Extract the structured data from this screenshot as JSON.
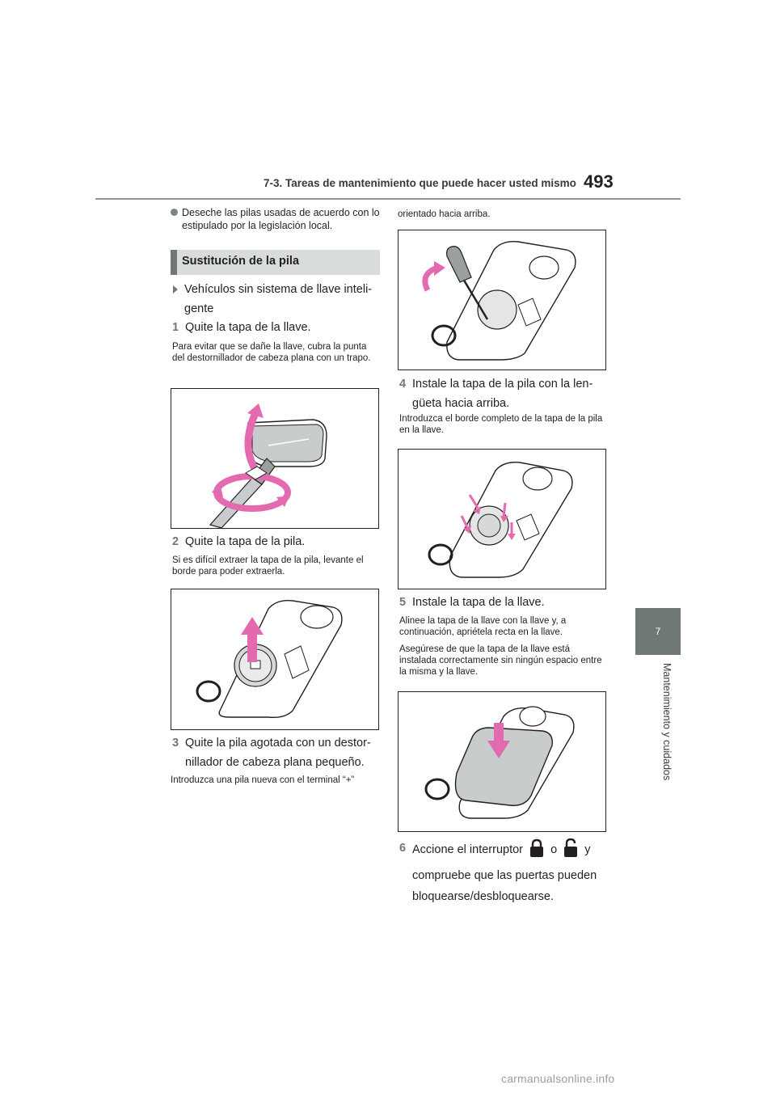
{
  "header": {
    "section_title": "7-3. Tareas de mantenimiento que puede hacer usted mismo",
    "page_number": "493"
  },
  "side_tab": {
    "chapter": "7",
    "label": "Mantenimiento y cuidados"
  },
  "left": {
    "bullet": "Deseche las pilas usadas de acuerdo con lo estipulado por la legislación local.",
    "section_heading": "Sustitución de la pila",
    "subheading": "Vehículos sin sistema de llave inteli- gente",
    "step1": {
      "num": "1",
      "text": "Quite la tapa de la llave.",
      "note": "Para evitar que se dañe la llave, cubra la punta del destornillador de cabeza plana con un trapo."
    },
    "step2": {
      "num": "2",
      "text": "Quite la tapa de la pila.",
      "note": "Si es difícil extraer la tapa de la pila, levante el borde para poder extraerla."
    },
    "step3": {
      "num": "3",
      "text": "Quite la pila agotada con un destor- nillador de cabeza plana pequeño.",
      "note": "Introduzca una pila nueva con el terminal “+”"
    }
  },
  "right": {
    "continuation": "orientado hacia arriba.",
    "step4": {
      "num": "4",
      "text": "Instale la tapa de la pila con la len- güeta hacia arriba.",
      "note": "Introduzca el borde completo de la tapa de la pila en la llave."
    },
    "step5": {
      "num": "5",
      "text": "Instale la tapa de la llave.",
      "note1": "Alinee la tapa de la llave con la llave y, a continuación, apriétela recta en la llave.",
      "note2": "Asegúrese de que la tapa de la llave está instalada correctamente sin ningún espacio entre la misma y la llave."
    },
    "step6": {
      "num": "6",
      "text_a": "Accione el interruptor",
      "text_o": "o",
      "text_y": "y",
      "text_b": "compruebe que las puertas pueden bloquearse/desbloquearse."
    }
  },
  "footer": {
    "watermark": "carmanualsonline.info"
  },
  "colors": {
    "accent_gray": "#6f7876",
    "heading_bg": "#d9dcdc",
    "arrow_pink": "#e46ab0",
    "arrow_pink_light": "#f4b6d8"
  }
}
